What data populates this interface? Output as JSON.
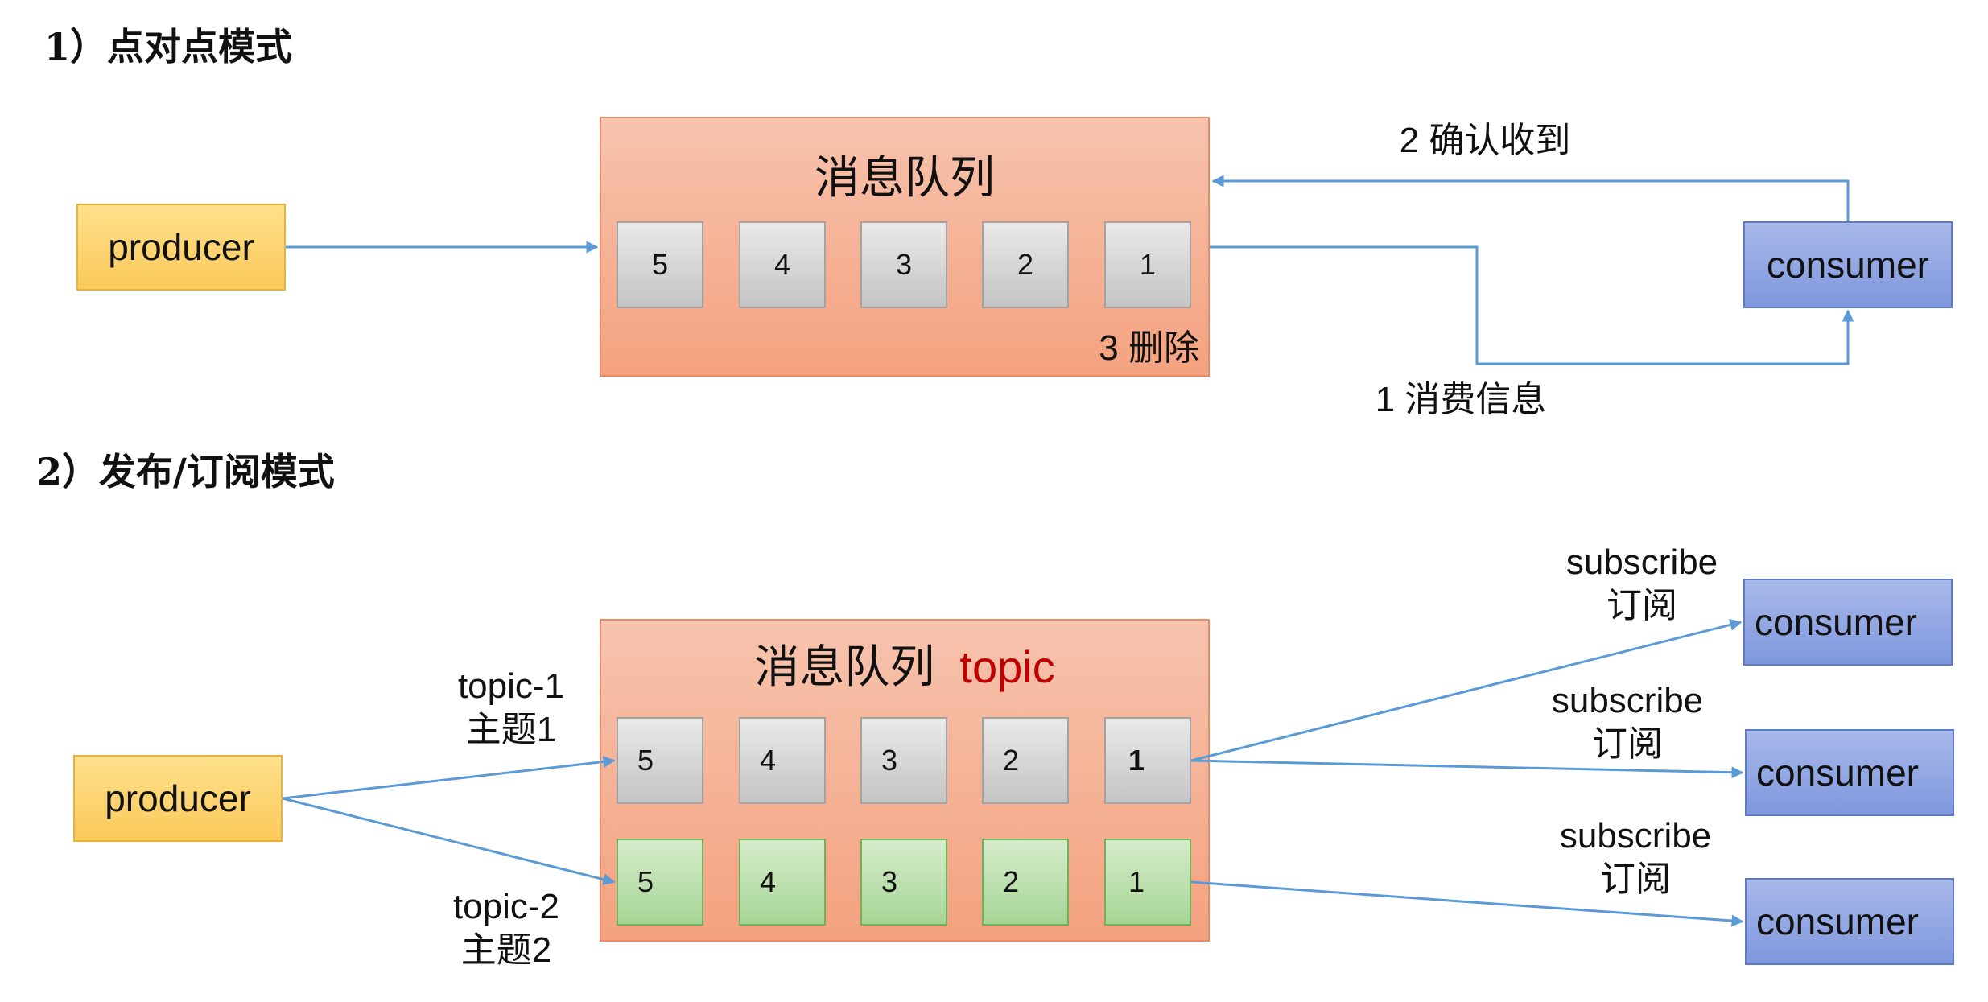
{
  "section1": {
    "title": "1）点对点模式",
    "producer": "producer",
    "queue_title": "消息队列",
    "messages": [
      "5",
      "4",
      "3",
      "2",
      "1"
    ],
    "delete_label": "3 删除",
    "ack_label": "2 确认收到",
    "consume_label": "1 消费信息",
    "consumer": "consumer"
  },
  "section2": {
    "title": "2）发布/订阅模式",
    "producer": "producer",
    "queue_title": "消息队列",
    "queue_title_topic": "topic",
    "topic1_line1": "topic-1",
    "topic1_line2": "主题1",
    "topic2_line1": "topic-2",
    "topic2_line2": "主题2",
    "row1": [
      "5",
      "4",
      "3",
      "2",
      "1"
    ],
    "row2": [
      "5",
      "4",
      "3",
      "2",
      "1"
    ],
    "subscribe_en": "subscribe",
    "subscribe_zh": "订阅",
    "consumers": [
      "consumer",
      "consumer",
      "consumer"
    ]
  },
  "colors": {
    "arrow": "#5b9bd5",
    "topic_text": "#c00000",
    "producer_fill": "#fac95a",
    "consumer_fill": "#7f97dd",
    "queue_fill": "#f4a27f",
    "topic1_cells": "#c4c4c4",
    "topic2_cells": "#a7d596"
  }
}
